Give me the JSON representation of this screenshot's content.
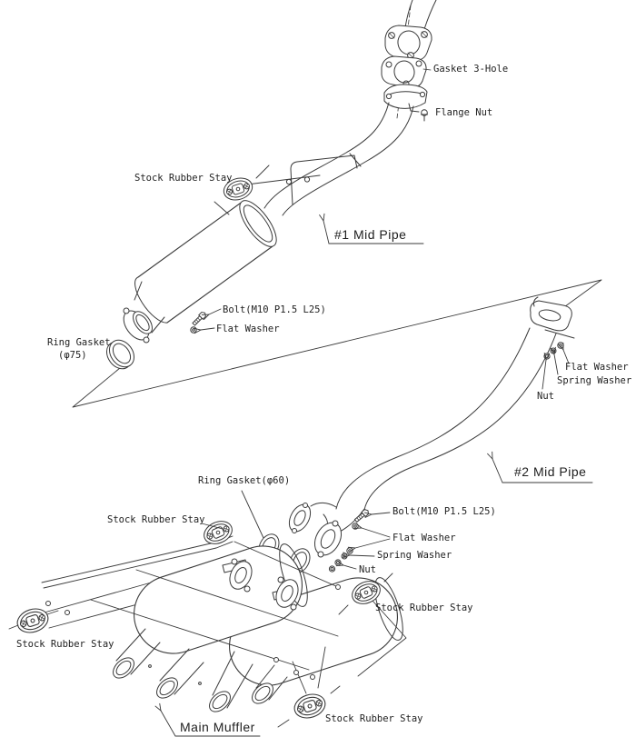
{
  "page": {
    "background": "#ffffff"
  },
  "diagram": {
    "type": "exploded-parts-diagram",
    "subject": "exhaust-system",
    "colors": {
      "line": "#3a3a3a",
      "text": "#1e1e1e",
      "background": "#ffffff"
    },
    "sections": {
      "pipe1_title": "#1 Mid Pipe",
      "pipe2_title": "#2 Mid Pipe",
      "main_muffler_title": "Main Muffler"
    },
    "labels": {
      "gasket_3_hole": "Gasket 3-Hole",
      "flange_nut": "Flange Nut",
      "stock_rubber_stay": "Stock Rubber Stay",
      "bolt_m10": "Bolt(M10 P1.5 L25)",
      "flat_washer": "Flat Washer",
      "spring_washer": "Spring Washer",
      "nut": "Nut",
      "ring_gasket_75_line1": "Ring Gasket",
      "ring_gasket_75_line2": "(φ75)",
      "ring_gasket_60": "Ring Gasket(φ60)"
    }
  }
}
